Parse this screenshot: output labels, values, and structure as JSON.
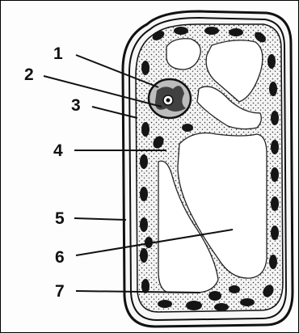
{
  "labels": [
    "1",
    "2",
    "3",
    "4",
    "5",
    "6",
    "7"
  ],
  "colors": {
    "ink": "#141414",
    "cytoplasm_dots": "#2a2a2a",
    "wall": "#1a1a1a",
    "background": "#ffffff"
  }
}
